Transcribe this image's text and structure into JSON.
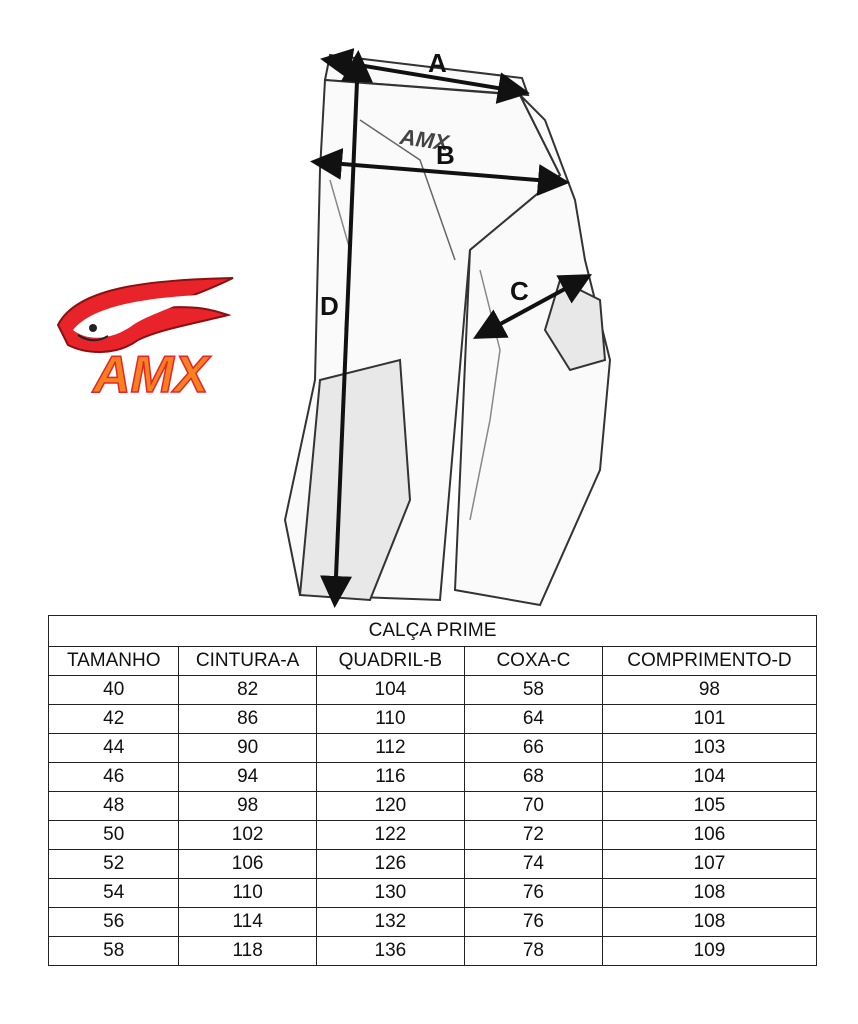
{
  "illustration": {
    "dimension_labels": {
      "a": "A",
      "b": "B",
      "c": "C",
      "d": "D"
    },
    "pants_brand_print": "AMX"
  },
  "logo": {
    "text": "AMX",
    "icon": "bulldog-mascot-icon",
    "colors": {
      "red": "#e8232a",
      "orange": "#f5821f",
      "yellow": "#fbb03b"
    }
  },
  "table": {
    "title": "CALÇA PRIME",
    "headers": [
      "TAMANHO",
      "CINTURA-A",
      "QUADRIL-B",
      "COXA-C",
      "COMPRIMENTO-D"
    ],
    "rows": [
      [
        "40",
        "82",
        "104",
        "58",
        "98"
      ],
      [
        "42",
        "86",
        "110",
        "64",
        "101"
      ],
      [
        "44",
        "90",
        "112",
        "66",
        "103"
      ],
      [
        "46",
        "94",
        "116",
        "68",
        "104"
      ],
      [
        "48",
        "98",
        "120",
        "70",
        "105"
      ],
      [
        "50",
        "102",
        "122",
        "72",
        "106"
      ],
      [
        "52",
        "106",
        "126",
        "74",
        "107"
      ],
      [
        "54",
        "110",
        "130",
        "76",
        "108"
      ],
      [
        "56",
        "114",
        "132",
        "76",
        "108"
      ],
      [
        "58",
        "118",
        "136",
        "78",
        "109"
      ]
    ]
  }
}
